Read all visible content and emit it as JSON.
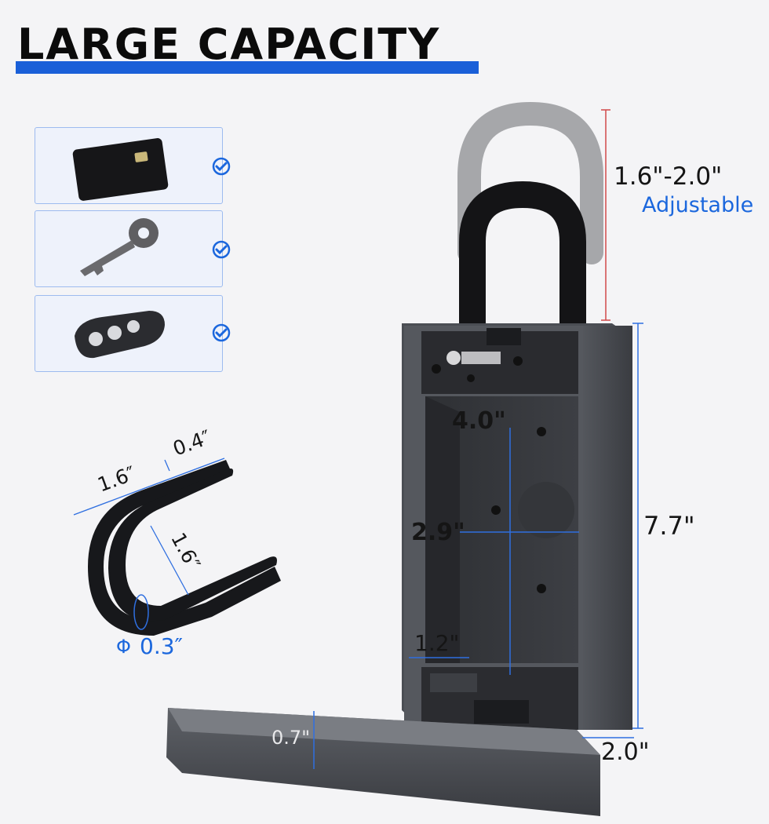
{
  "heading": "LARGE CAPACITY",
  "colors": {
    "accent": "#1a5fd8",
    "dimension_line": "#2f6fe0",
    "text": "#151515",
    "box": "#3b3d42"
  },
  "capacity_items": [
    {
      "item": "card",
      "icon": "card-icon",
      "status": "check-icon"
    },
    {
      "item": "key",
      "icon": "key-icon",
      "status": "check-icon"
    },
    {
      "item": "car key fob",
      "icon": "car-key-fob-icon",
      "status": "check-icon"
    }
  ],
  "shackle": {
    "travel": "1.6\"-2.0\"",
    "note": "Adjustable"
  },
  "box_dimensions": {
    "inner_depth": "4.0\"",
    "inner_width": "2.9\"",
    "bottom_width": "1.2\"",
    "height": "7.7\"",
    "depth": "2.0\"",
    "lid_thickness": "0.7\""
  },
  "shackle_part": {
    "arm_length": "1.6″",
    "tip_width": "0.4″",
    "inner_length": "1.6″",
    "diameter_symbol": "Φ",
    "diameter": "0.3″"
  }
}
